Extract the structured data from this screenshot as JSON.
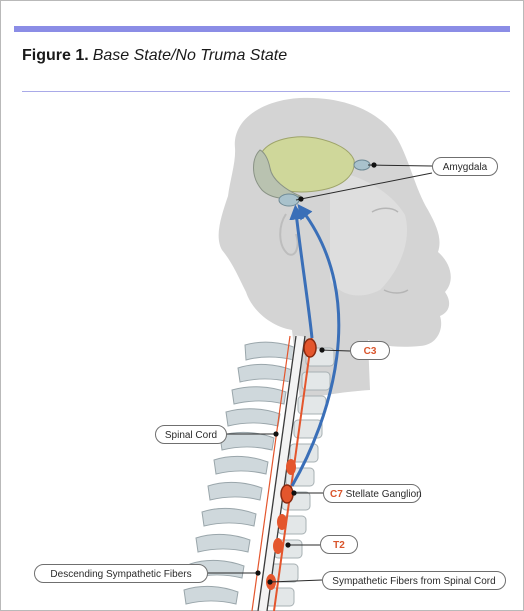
{
  "figure": {
    "label": "Figure 1.",
    "title": "Base State/No Truma State"
  },
  "labels": {
    "amygdala": "Amygdala",
    "c3": "C3",
    "spinal_cord": "Spinal Cord",
    "c7_code": "C7",
    "c7_name": "Stellate Ganglion",
    "t2": "T2",
    "descending_fibers": "Descending Sympathetic Fibers",
    "sympathetic_fibers": "Sympathetic Fibers from Spinal Cord"
  },
  "colors": {
    "accent_bar": "#8b8de6",
    "arrow": "#3a6fb8",
    "ganglion": "#e4562d",
    "head": "#d9d9d9",
    "brain": "#cfd79a"
  }
}
